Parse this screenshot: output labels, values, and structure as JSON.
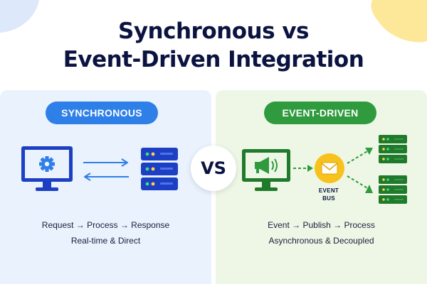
{
  "title_line1": "Synchronous vs",
  "title_line2": "Event-Driven Integration",
  "left": {
    "badge": "SYNCHRONOUS",
    "caption1": "Request → Process → Response",
    "caption2": "Real-time & Direct",
    "accent": "#2f7fe8"
  },
  "right": {
    "badge": "EVENT-DRIVEN",
    "caption1": "Event → Publish → Process",
    "caption2": "Asynchronous & Decoupled",
    "bus_line1": "EVENT",
    "bus_line2": "BUS",
    "accent": "#2f9a3e"
  },
  "vs_label": "VS",
  "icons": [
    "monitor-gear-icon",
    "server-icon",
    "monitor-megaphone-icon",
    "envelope-icon",
    "server-icon"
  ],
  "colors": {
    "title": "#0b1340",
    "left_panel": "#eaf2fd",
    "right_panel": "#eef7e6",
    "event_bus": "#f7c21b"
  }
}
